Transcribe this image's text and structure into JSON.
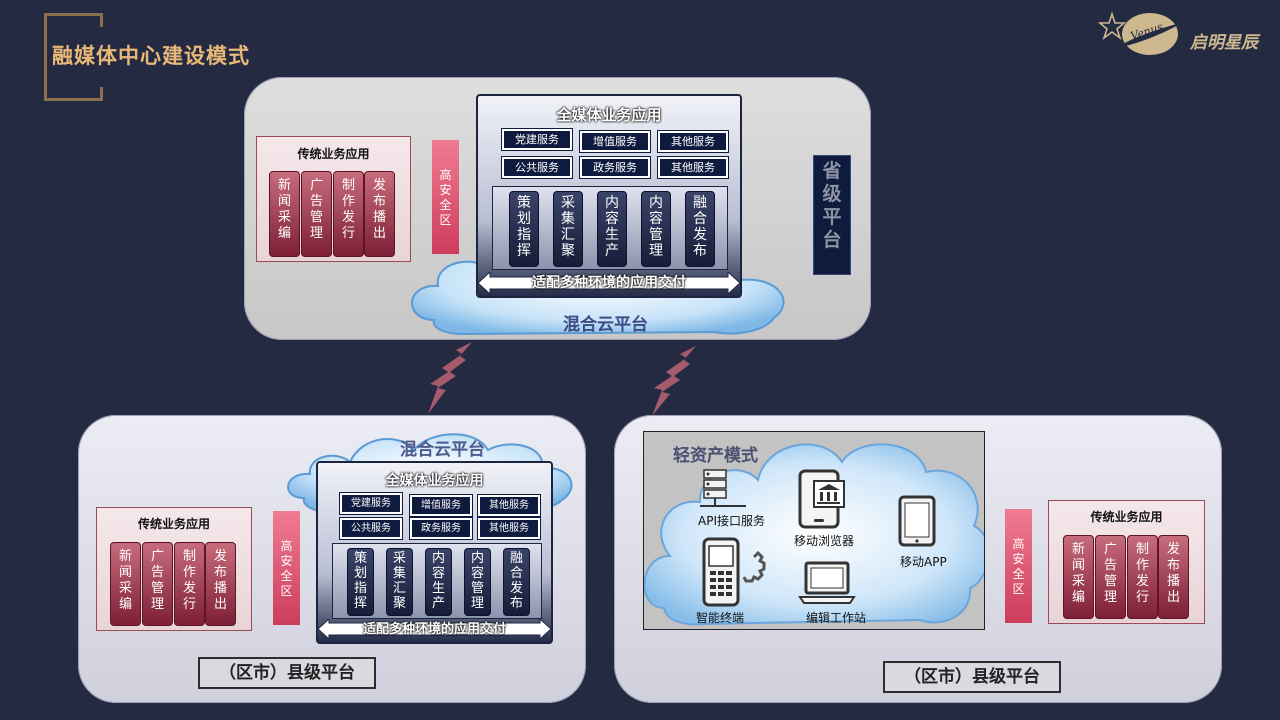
{
  "page": {
    "title": "融媒体中心建设模式"
  },
  "logo": {
    "text": "启明星辰",
    "emblem_text": "Venus"
  },
  "top": {
    "traditional": {
      "title": "传统业务应用",
      "items": [
        "新闻采编",
        "广告管理",
        "制作发行",
        "发布播出"
      ]
    },
    "security": "高安全区",
    "full_media": {
      "title": "全媒体业务应用",
      "services": [
        "党建服务",
        "增值服务",
        "其他服务",
        "公共服务",
        "政务服务",
        "其他服务"
      ],
      "modules": [
        "策划指挥",
        "采集汇聚",
        "内容生产",
        "内容管理",
        "融合发布"
      ],
      "delivery": "适配多种环境的应用交付"
    },
    "cloud_label": "混合云平台",
    "province": "省级平台"
  },
  "bottom_left": {
    "cloud_label": "混合云平台",
    "full_media": {
      "title": "全媒体业务应用",
      "services": [
        "党建服务",
        "增值服务",
        "其他服务",
        "公共服务",
        "政务服务",
        "其他服务"
      ],
      "modules": [
        "策划指挥",
        "采集汇聚",
        "内容生产",
        "内容管理",
        "融合发布"
      ],
      "delivery": "适配多种环境的应用交付"
    },
    "security": "高安全区",
    "traditional": {
      "title": "传统业务应用",
      "items": [
        "新闻采编",
        "广告管理",
        "制作发行",
        "发布播出"
      ]
    },
    "county_label": "（区市）县级平台"
  },
  "bottom_right": {
    "light_asset": {
      "title": "轻资产模式",
      "items": {
        "api": "API接口服务",
        "browser": "移动浏览器",
        "app": "移动APP",
        "terminal": "智能终端",
        "workstation": "编辑工作站"
      }
    },
    "security": "高安全区",
    "traditional": {
      "title": "传统业务应用",
      "items": [
        "新闻采编",
        "广告管理",
        "制作发行",
        "发布播出"
      ]
    },
    "county_label": "（区市）县级平台"
  },
  "colors": {
    "background": "#232a42",
    "title": "#e9b877",
    "traditional": "#7d1f36",
    "security": "#e05a75",
    "dark_navy": "#0f1a3f",
    "cloud": "#a9d3f2"
  }
}
